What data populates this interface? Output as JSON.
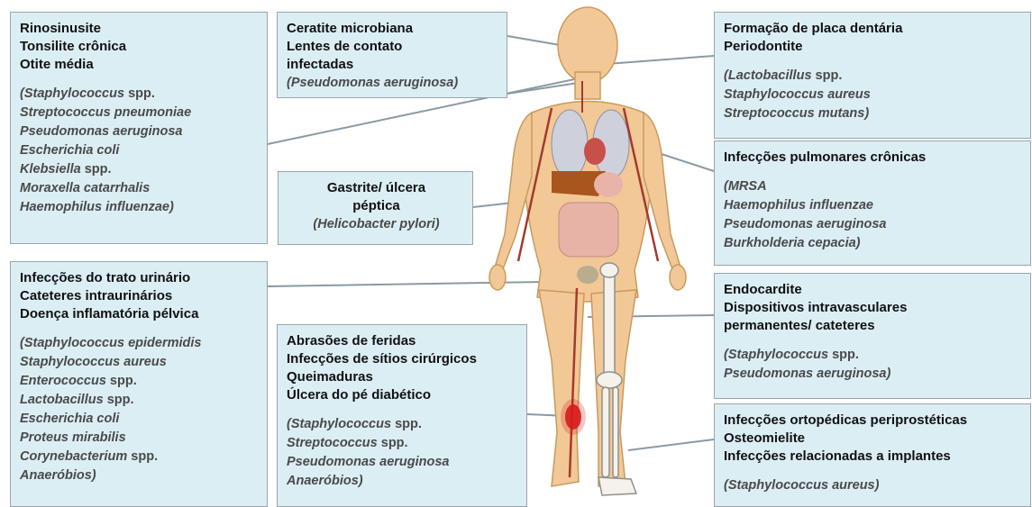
{
  "colors": {
    "box_fill": "#dbeef4",
    "body_fill": "#f2c896",
    "organ_red": "#c8504a",
    "infection_red": "#d81b1b"
  },
  "boxes": {
    "ent": {
      "titles": [
        "Rinosinusite",
        "Tonsilite crônica",
        "Otite média"
      ],
      "organisms": [
        [
          "(",
          "Staphylococcus",
          " spp."
        ],
        [
          "",
          "Streptococcus pneumoniae",
          ""
        ],
        [
          "",
          "Pseudomonas aeruginosa",
          ""
        ],
        [
          "",
          "Escherichia coli",
          ""
        ],
        [
          "",
          "Klebsiella",
          " spp."
        ],
        [
          "",
          "Moraxella catarrhalis",
          ""
        ],
        [
          "",
          "Haemophilus influenzae",
          ")"
        ]
      ]
    },
    "keratitis": {
      "titles": [
        "Ceratite microbiana",
        "Lentes de contato",
        "infectadas"
      ],
      "organisms": [
        [
          "(",
          "Pseudomonas aeruginosa",
          ")"
        ]
      ]
    },
    "dental": {
      "titles": [
        "Formação de placa dentária",
        "Periodontite"
      ],
      "organisms": [
        [
          "(",
          "Lactobacillus",
          " spp."
        ],
        [
          "",
          "Staphylococcus aureus",
          ""
        ],
        [
          "",
          "Streptococcus mutans",
          ")"
        ]
      ]
    },
    "pulmonary": {
      "titles": [
        "Infecções pulmonares crônicas"
      ],
      "organisms": [
        [
          "(",
          "MRSA",
          ""
        ],
        [
          "",
          "Haemophilus influenzae",
          ""
        ],
        [
          "",
          "Pseudomonas aeruginosa",
          ""
        ],
        [
          "",
          "Burkholderia cepacia",
          ")"
        ]
      ]
    },
    "gastric": {
      "titles": [
        "Gastrite/ úlcera",
        "péptica"
      ],
      "organisms": [
        [
          "(",
          "Helicobacter pylori",
          ")"
        ]
      ]
    },
    "urinary": {
      "titles": [
        "Infecções do trato urinário",
        "Cateteres intraurinários",
        "Doença inflamatória pélvica"
      ],
      "organisms": [
        [
          "(",
          "Staphylococcus epidermidis",
          ""
        ],
        [
          "",
          "Staphylococcus aureus",
          ""
        ],
        [
          "",
          "Enterococcus",
          " spp."
        ],
        [
          "",
          "Lactobacillus",
          " spp."
        ],
        [
          "",
          "Escherichia coli",
          ""
        ],
        [
          "",
          "Proteus mirabilis",
          ""
        ],
        [
          "",
          "Corynebacterium",
          " spp."
        ],
        [
          "Anaeróbios)",
          "",
          ""
        ]
      ]
    },
    "wounds": {
      "titles": [
        "Abrasões de feridas",
        "Infecções de sítios cirúrgicos",
        "Queimaduras",
        "Úlcera do pé diabético"
      ],
      "organisms": [
        [
          "(",
          "Staphylococcus",
          " spp."
        ],
        [
          "",
          "Streptococcus",
          " spp."
        ],
        [
          "",
          "Pseudomonas aeruginosa",
          ""
        ],
        [
          "Anaeróbios)",
          "",
          ""
        ]
      ]
    },
    "endocarditis": {
      "titles": [
        "Endocardite",
        "Dispositivos intravasculares",
        "permanentes/ cateteres"
      ],
      "organisms": [
        [
          "(",
          "Staphylococcus",
          " spp."
        ],
        [
          "",
          "Pseudomonas aeruginosa",
          ")"
        ]
      ]
    },
    "ortho": {
      "titles": [
        "Infecções ortopédicas periprostéticas",
        "Osteomielite",
        "Infecções relacionadas a implantes"
      ],
      "organisms": [
        [
          "(",
          "Staphylococcus aureus",
          ")"
        ]
      ]
    }
  }
}
